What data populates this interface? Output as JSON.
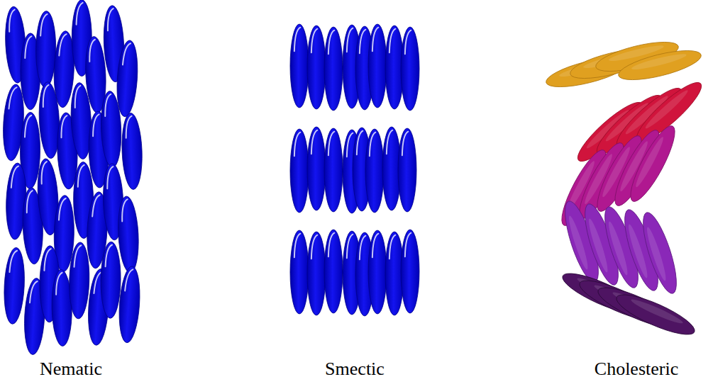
{
  "diagram": {
    "labels": [
      "Nematic",
      "Smectic",
      "Cholesteric"
    ]
  }
}
